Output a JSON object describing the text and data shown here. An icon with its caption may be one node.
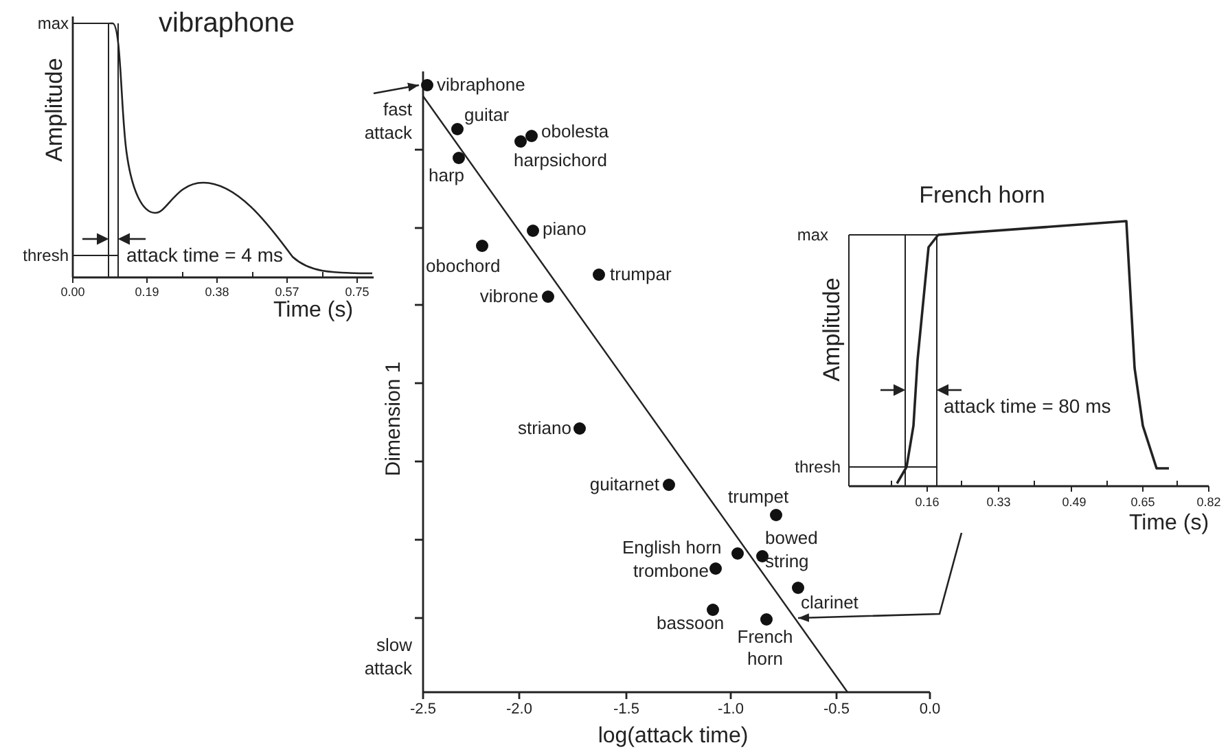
{
  "diagram": {
    "nodes": [
      {
        "text": [
          "vibraphone"
        ]
      },
      {
        "text": [
          "vibraphone"
        ]
      },
      {
        "text": [
          "French horn"
        ]
      },
      {
        "text": [
          "French horn"
        ]
      }
    ],
    "edges": [
      {
        "from": 0,
        "to": 1,
        "arrow": "to"
      },
      {
        "from": 2,
        "to": 3,
        "arrow": "to"
      }
    ],
    "labels": [
      "max",
      "Amplitude",
      "thresh",
      "attack time = 4 ms",
      "0.00",
      "0.19",
      "0.38",
      "0.57",
      "0.75",
      "Time (s)",
      "fast attack",
      "slow attack",
      "Dimension 1",
      "guitar",
      "obolesta",
      "harpsichord",
      "harp",
      "piano",
      "obochord",
      "trumpar",
      "vibrone",
      "striano",
      "guitarnet",
      "trumpet",
      "English horn",
      "bowed string",
      "trombone",
      "clarinet",
      "bassoon",
      "-2.5",
      "-2.0",
      "-1.5",
      "-1.0",
      "-0.5",
      "0.0",
      "log(attack time)",
      "max",
      "Amplitude",
      "attack time = 80 ms",
      "thresh",
      "0.16",
      "0.33",
      "0.49",
      "0.65",
      "0.82",
      "Time (s)"
    ]
  }
}
